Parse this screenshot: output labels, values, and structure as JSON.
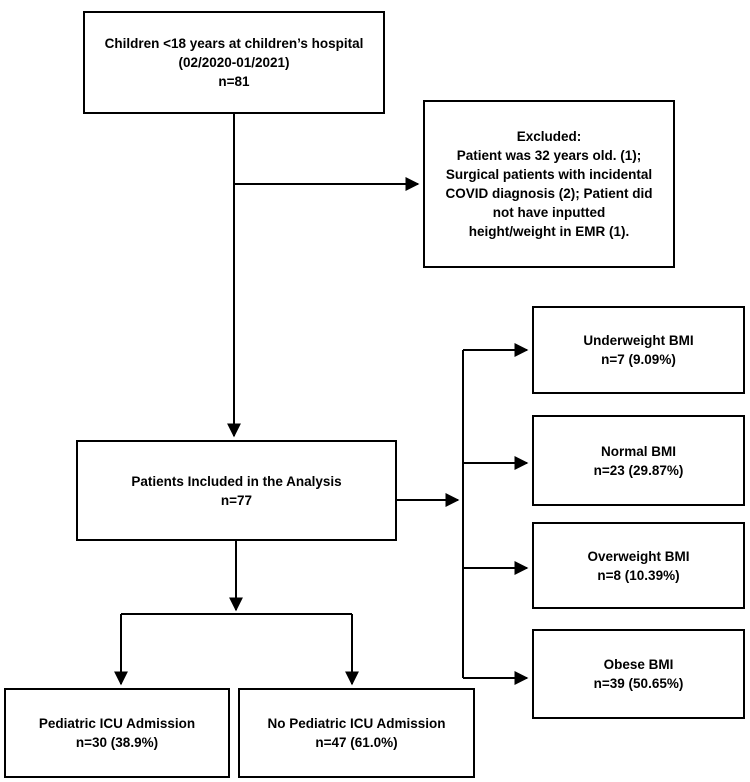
{
  "boxes": {
    "start": [
      "Children <18 years at children’s hospital",
      "(02/2020-01/2021)",
      "n=81"
    ],
    "excluded": [
      "Excluded:",
      "Patient was 32 years old. (1);",
      "Surgical patients with incidental",
      "COVID diagnosis (2); Patient did",
      "not have inputted",
      "height/weight in EMR (1)."
    ],
    "included": [
      "Patients Included in the Analysis",
      "n=77"
    ],
    "underweight": [
      "Underweight BMI",
      "n=7 (9.09%)"
    ],
    "normal": [
      "Normal BMI",
      "n=23 (29.87%)"
    ],
    "overweight": [
      "Overweight BMI",
      "n=8 (10.39%)"
    ],
    "obese": [
      "Obese BMI",
      "n=39 (50.65%)"
    ],
    "picu": [
      "Pediatric ICU Admission",
      "n=30 (38.9%)"
    ],
    "no_picu": [
      "No Pediatric ICU Admission",
      "n=47 (61.0%)"
    ]
  }
}
